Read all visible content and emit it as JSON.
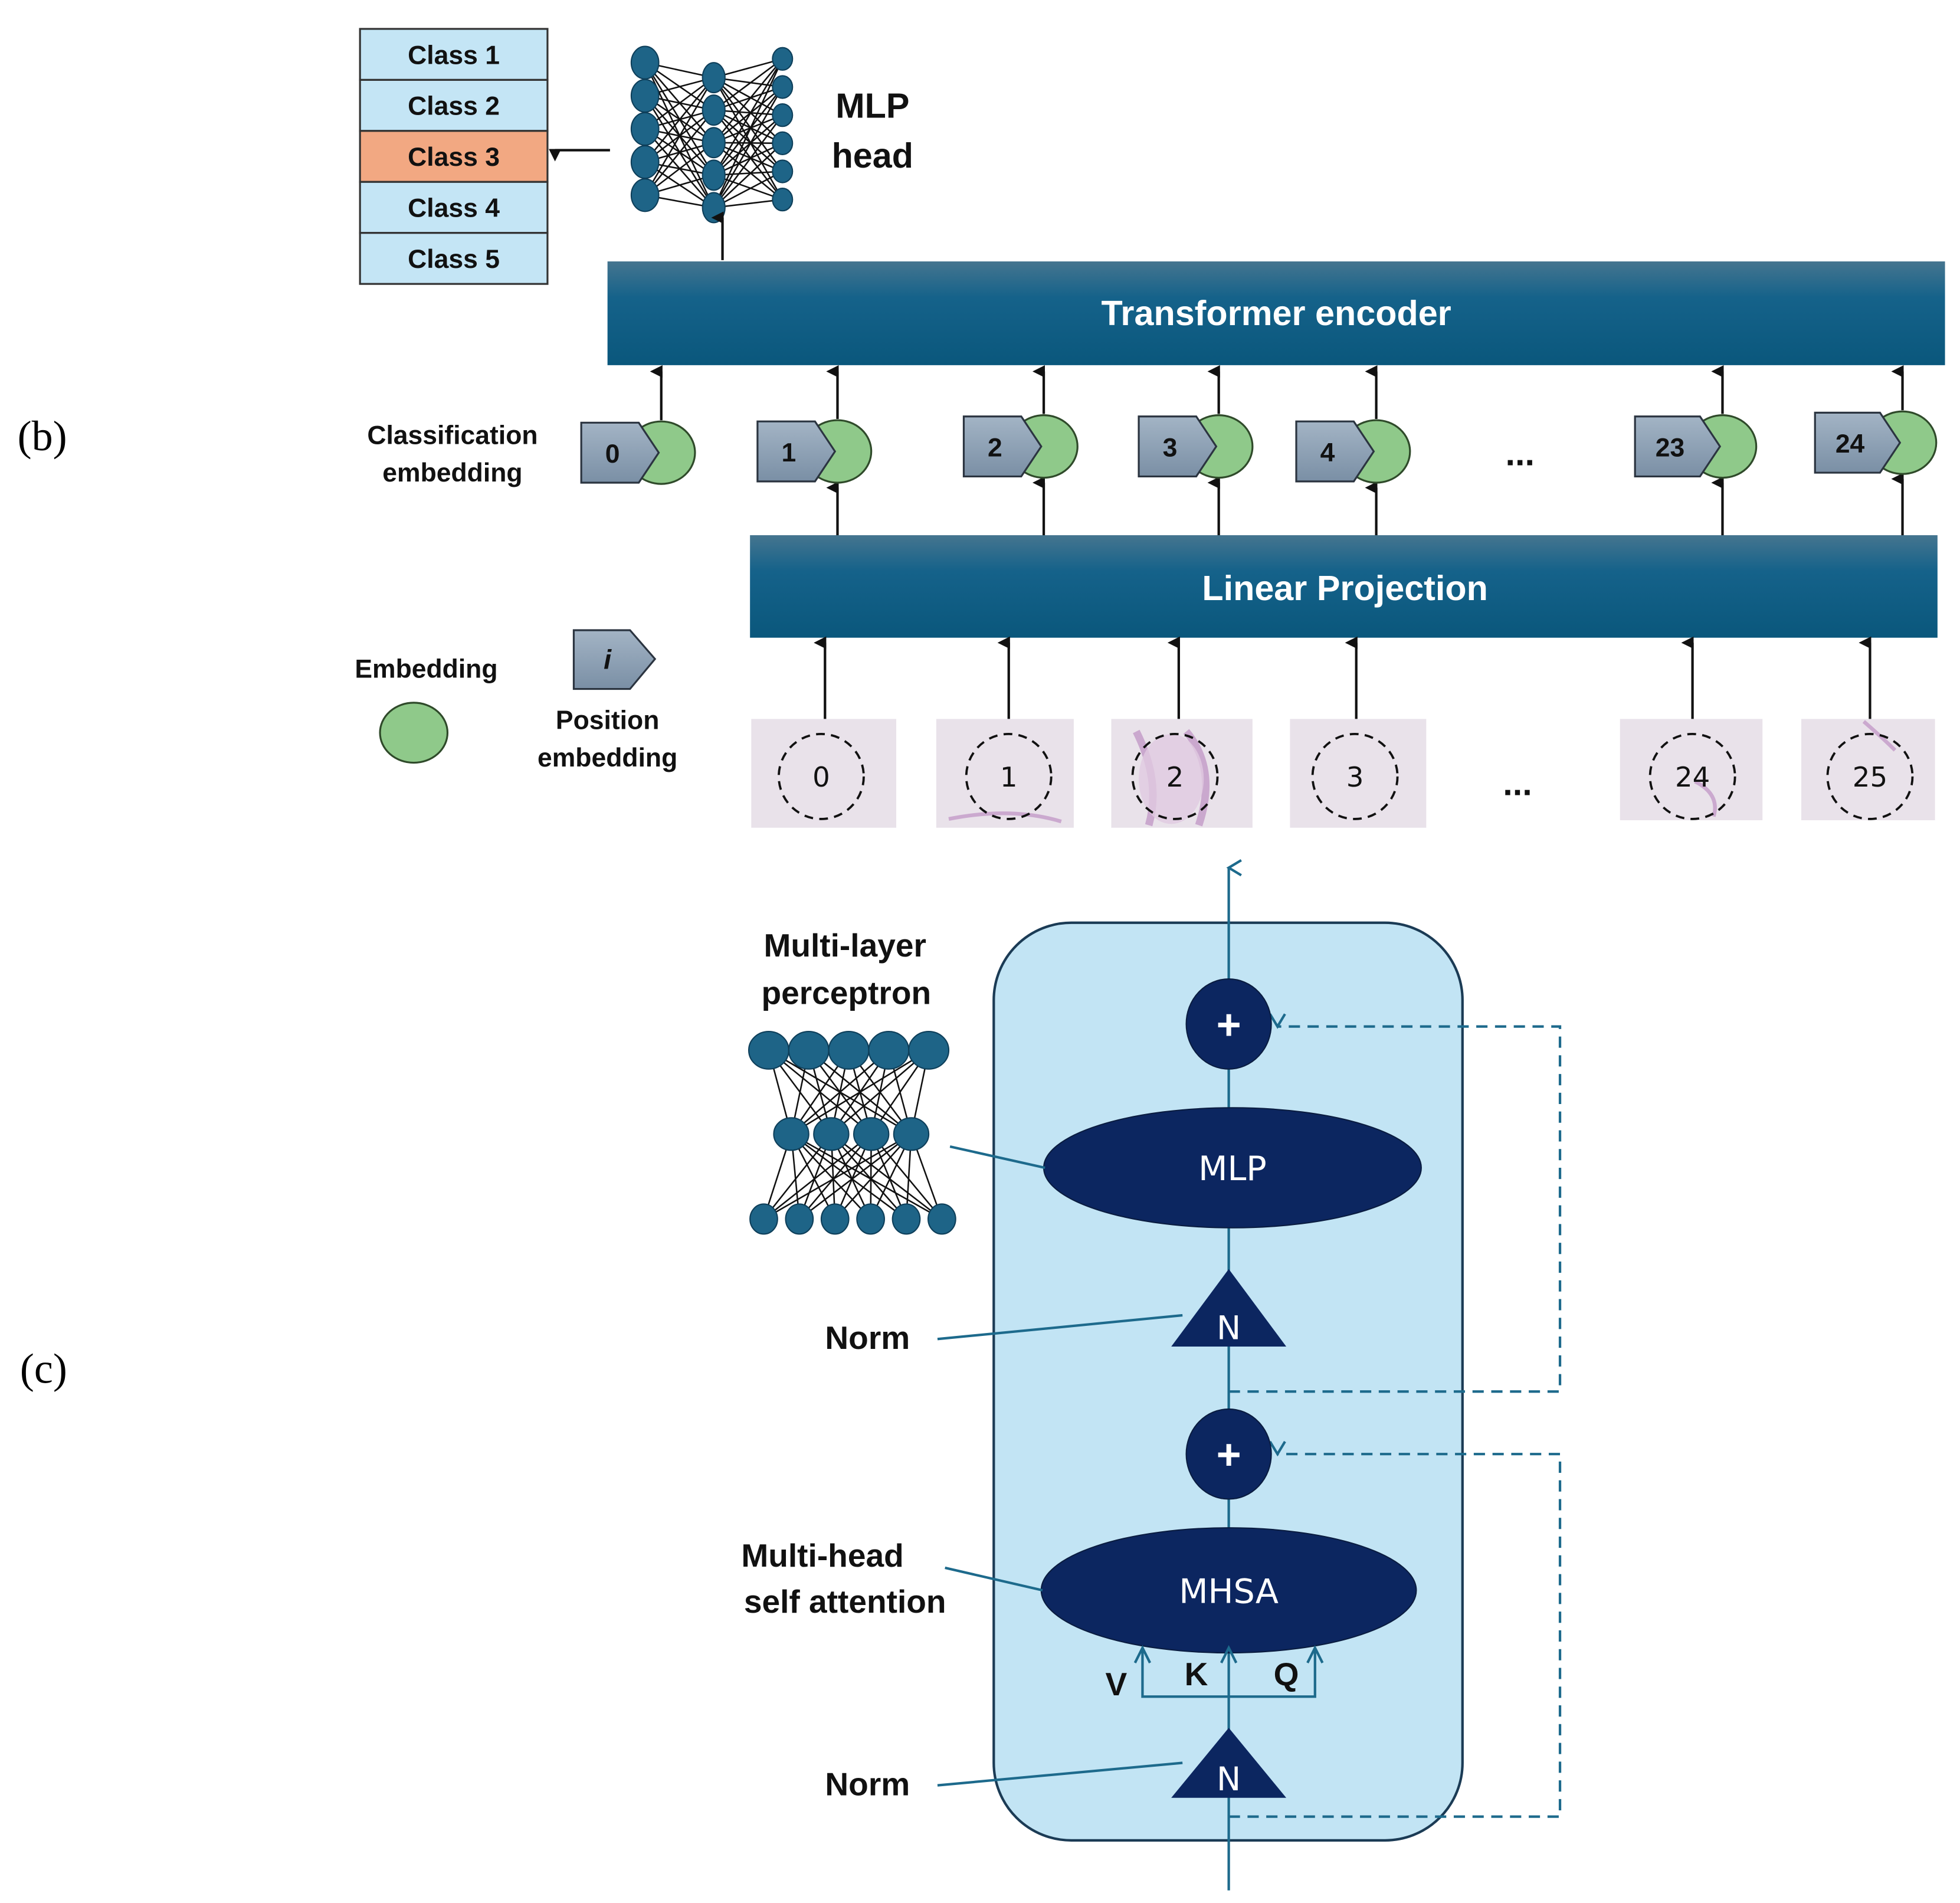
{
  "panel_labels": {
    "b": "(b)",
    "c": "(c)"
  },
  "colors": {
    "bar_top": "#3f7190",
    "bar_bottom": "#0b5a80",
    "class_fill": "#c4e5f5",
    "class_selected_fill": "#f2a882",
    "embedding_green": "#8fc98a",
    "position_grey": "#8ba0b5",
    "node_blue": "#1e6487",
    "block_fill": "#c2e4f4",
    "dark_navy": "#0c2660",
    "line_blue": "#1d6a8c",
    "patch_bg": "#e9e2ea"
  },
  "classes": {
    "items": [
      "Class 1",
      "Class 2",
      "Class 3",
      "Class 4",
      "Class 5"
    ],
    "selected_index": 2
  },
  "mlp_head": {
    "line1": "MLP",
    "line2": "head"
  },
  "transformer_encoder": {
    "label": "Transformer encoder"
  },
  "linear_projection": {
    "label": "Linear Projection"
  },
  "classification_embedding": {
    "line1": "Classification",
    "line2": "embedding"
  },
  "tokens": [
    {
      "label": "0"
    },
    {
      "label": "1"
    },
    {
      "label": "2"
    },
    {
      "label": "3"
    },
    {
      "label": "4"
    },
    {
      "label": "23"
    },
    {
      "label": "24"
    }
  ],
  "ellipsis": "...",
  "legend": {
    "embedding": "Embedding",
    "position_symbol": "i",
    "position_line1": "Position",
    "position_line2": "embedding"
  },
  "patches": [
    {
      "label": "0"
    },
    {
      "label": "1"
    },
    {
      "label": "2"
    },
    {
      "label": "3"
    },
    {
      "label": "24"
    },
    {
      "label": "25"
    }
  ],
  "encoder_block": {
    "mlp_caption_line1": "Multi-layer",
    "mlp_caption_line2": "perceptron",
    "mlp_label": "MLP",
    "mhsa_caption_line1": "Multi-head",
    "mhsa_caption_line2": "self attention",
    "mhsa_label": "MHSA",
    "norm_caption": "Norm",
    "norm_symbol": "N",
    "plus_symbol": "+",
    "v_label": "V",
    "k_label": "K",
    "q_label": "Q"
  }
}
